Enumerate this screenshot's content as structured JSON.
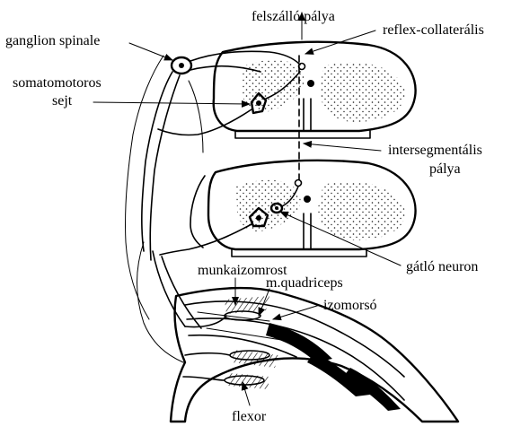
{
  "labels": {
    "ganglion": "ganglion spinale",
    "somato_1": "somatomotoros",
    "somato_2": "sejt",
    "felszallo": "felszálló pálya",
    "reflex": "reflex-collaterális",
    "interseg_1": "intersegmentális",
    "interseg_2": "pálya",
    "gatlo": "gátló neuron",
    "munka": "munkaizomrost",
    "quadriceps": "m.quadriceps",
    "izomorso": "izomorsó",
    "flexor": "flexor"
  },
  "colors": {
    "ink": "#000000",
    "background": "#ffffff"
  }
}
